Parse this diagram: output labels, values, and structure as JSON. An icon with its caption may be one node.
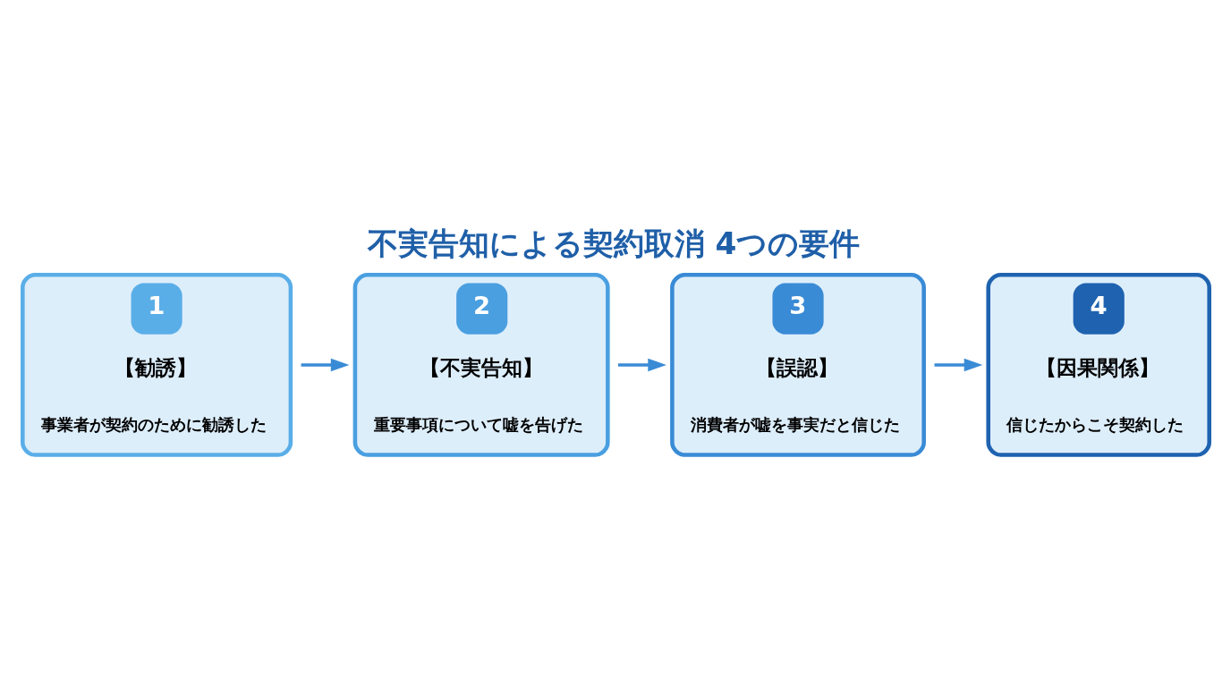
{
  "diagram": {
    "title": "不実告知による契約取消 4つの要件",
    "nodes": [
      {
        "text": [
          "1",
          "【勧誘】",
          "事業者が契約のために勧誘した"
        ]
      },
      {
        "text": [
          "2",
          "【不実告知】",
          "重要事項について嘘を告げた"
        ]
      },
      {
        "text": [
          "3",
          "【誤認】",
          "消費者が嘘を事実だと信じた"
        ]
      },
      {
        "text": [
          "4",
          "【因果関係】",
          "信じたからこそ契約した"
        ]
      }
    ],
    "edges": [
      {
        "from": 0,
        "to": 1,
        "arrow": "to"
      },
      {
        "from": 1,
        "to": 2,
        "arrow": "to"
      },
      {
        "from": 2,
        "to": 3,
        "arrow": "to"
      }
    ]
  }
}
